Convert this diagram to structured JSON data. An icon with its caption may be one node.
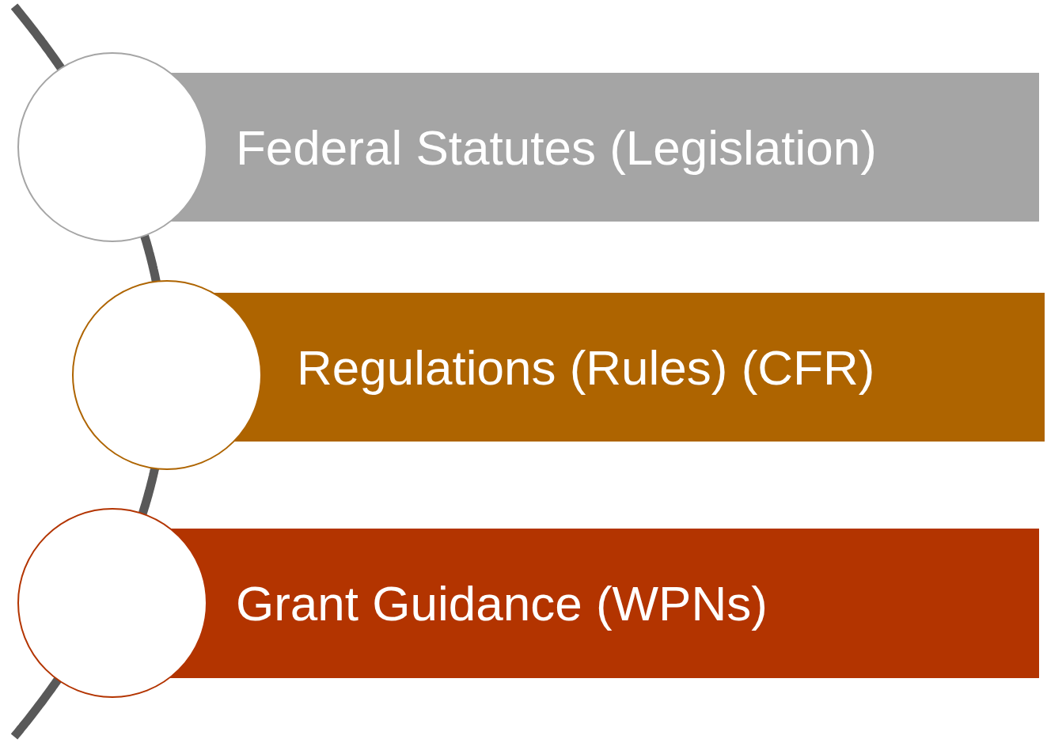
{
  "diagram": {
    "nodes": [
      {
        "text": [],
        "shape": "circle"
      },
      {
        "text": [
          "Federal Statutes (Legislation)"
        ]
      },
      {
        "text": [],
        "shape": "circle"
      },
      {
        "text": [
          "Regulations (Rules) (CFR)"
        ]
      },
      {
        "text": [],
        "shape": "circle"
      },
      {
        "text": [
          "Grant Guidance (WPNs)"
        ]
      }
    ],
    "edges": [
      {
        "from": null,
        "to": 0,
        "arrow": "none"
      },
      {
        "from": 0,
        "to": 2,
        "arrow": "none"
      },
      {
        "from": 2,
        "to": 4,
        "arrow": "none"
      },
      {
        "from": 4,
        "to": null,
        "arrow": "none"
      }
    ]
  }
}
